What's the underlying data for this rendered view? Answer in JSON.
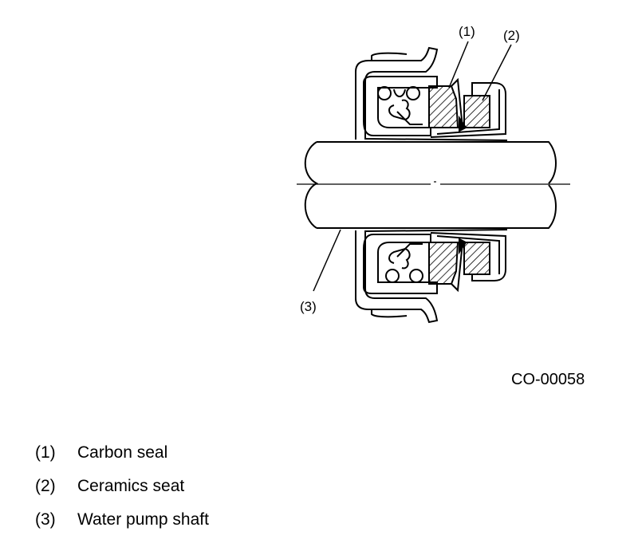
{
  "figure": {
    "callouts": [
      "(1)",
      "(2)",
      "(3)"
    ],
    "code": "CO-00058"
  },
  "legend": [
    {
      "num": "(1)",
      "label": "Carbon seal"
    },
    {
      "num": "(2)",
      "label": "Ceramics seat"
    },
    {
      "num": "(3)",
      "label": "Water pump shaft"
    }
  ]
}
